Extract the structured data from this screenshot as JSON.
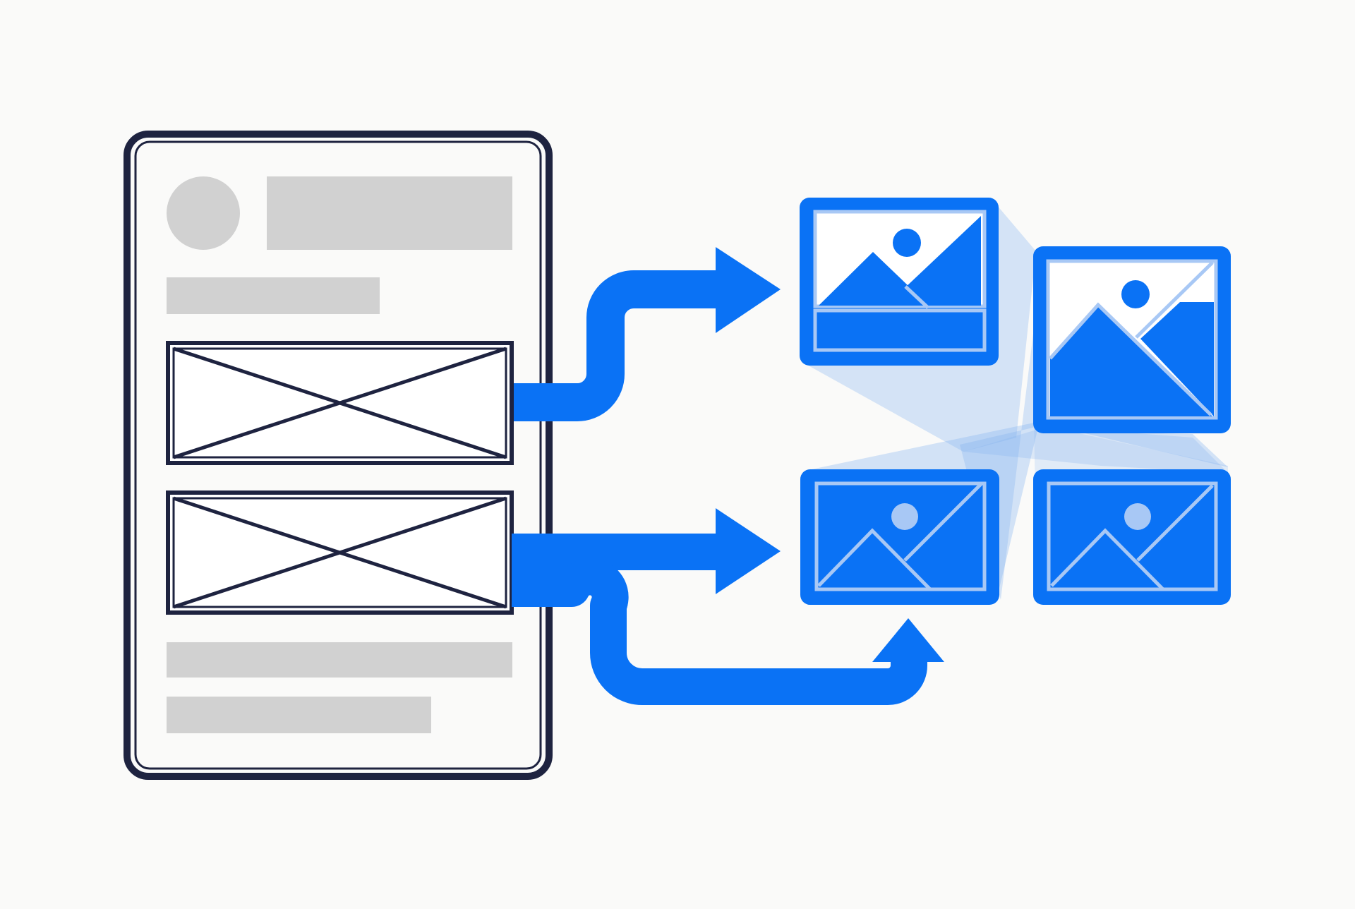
{
  "colors": {
    "background": "#fafaf9",
    "outline": "#1e2340",
    "placeholder_gray": "#d1d1d1",
    "accent_blue": "#0a72f5",
    "icon_light": "#a8c8f5",
    "projection_light": "#7fb0f0",
    "sun_light": "#a8c8f5"
  },
  "document": {
    "icon": "wireframe-document-icon",
    "header_avatar": "circle-placeholder",
    "image_slots": [
      {
        "icon": "empty-image-placeholder-icon"
      },
      {
        "icon": "empty-image-placeholder-icon"
      }
    ]
  },
  "tiles": [
    {
      "icon": "landscape-image-icon",
      "variant": "outlined-with-caption"
    },
    {
      "icon": "landscape-image-icon",
      "variant": "outlined-large"
    },
    {
      "icon": "landscape-image-icon",
      "variant": "filled"
    },
    {
      "icon": "landscape-image-icon",
      "variant": "filled"
    }
  ],
  "arrows": [
    {
      "icon": "elbow-arrow-right-icon",
      "from": "image-slot-1",
      "to": "tile-1"
    },
    {
      "icon": "straight-arrow-right-icon",
      "from": "image-slot-2",
      "to": "tile-3"
    },
    {
      "icon": "loop-arrow-up-icon",
      "from": "image-slot-2",
      "to": "tile-3"
    }
  ]
}
